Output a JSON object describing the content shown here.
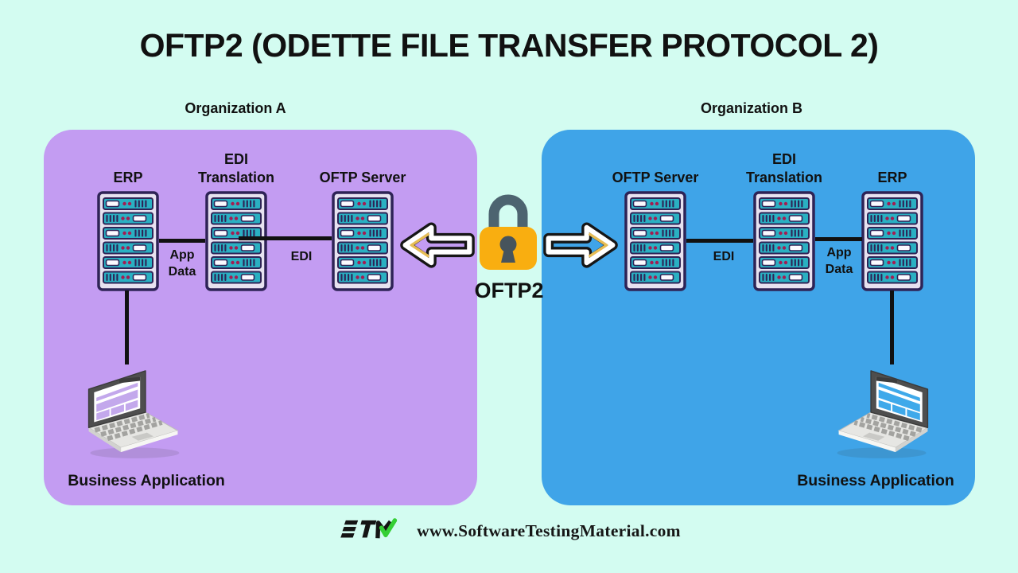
{
  "title": "OFTP2 (ODETTE FILE TRANSFER PROTOCOL 2)",
  "organizations": {
    "a": {
      "label": "Organization A",
      "nodes": [
        {
          "label": "ERP"
        },
        {
          "label": "EDI Translation"
        },
        {
          "label": "OFTP Server"
        }
      ],
      "links": [
        {
          "label": "App Data"
        },
        {
          "label": "EDI"
        }
      ],
      "endpoint": {
        "label": "Business Application"
      }
    },
    "b": {
      "label": "Organization B",
      "nodes": [
        {
          "label": "OFTP Server"
        },
        {
          "label": "EDI Translation"
        },
        {
          "label": "ERP"
        }
      ],
      "links": [
        {
          "label": "EDI"
        },
        {
          "label": "App Data"
        }
      ],
      "endpoint": {
        "label": "Business Application"
      }
    }
  },
  "protocol": {
    "label": "OFTP2"
  },
  "footer": {
    "logo": "STM",
    "website": "www.SoftwareTestingMaterial.com"
  },
  "icons": {
    "center": "padlock-icon",
    "flow_left": "left-block-arrow-icon",
    "flow_right": "right-block-arrow-icon",
    "node": "server-rack-icon",
    "endpoint": "laptop-icon"
  },
  "colors": {
    "background": "#d3fcf1",
    "org-a-fill": "#c39cf2",
    "org-b-fill": "#3fa4e8",
    "server-frame": "#e7e2f0",
    "server-border": "#2e2356",
    "server-teal": "#2ab0c2",
    "server-dot": "#a21d52",
    "lock-body": "#f9ae10",
    "lock-shackle": "#4d6470",
    "keyhole": "#47545c",
    "arrow-gold": "#e7bd55",
    "line": "#111111",
    "text": "#111111",
    "logo-green": "#35cf35",
    "screen-a": "#c3a8ec",
    "screen-b": "#3fa9ea"
  }
}
